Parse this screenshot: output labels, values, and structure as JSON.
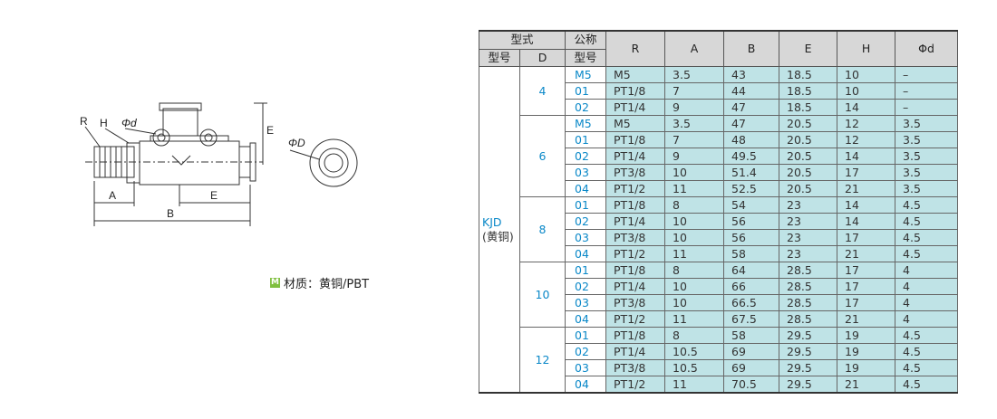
{
  "material": {
    "badge": "M",
    "text": "材质：黄铜/PBT"
  },
  "drawing": {
    "labels": {
      "R": "R",
      "H": "H",
      "phi_d": "Φd",
      "A": "A",
      "E_bottom": "E",
      "B": "B",
      "E_side": "E",
      "phi_D": "ΦD"
    }
  },
  "table": {
    "header": {
      "form": "型式",
      "model_no": "型号",
      "d": "D",
      "nominal_line1": "公称",
      "nominal_line2": "型号",
      "cols": [
        "R",
        "A",
        "B",
        "E",
        "H",
        "Φd"
      ]
    },
    "model": {
      "name": "KJD",
      "sub": "(黄铜)"
    },
    "groups": [
      {
        "d": "4",
        "rows": [
          {
            "code": "M5",
            "R": "M5",
            "A": "3.5",
            "B": "43",
            "E": "18.5",
            "H": "10",
            "phid": "–"
          },
          {
            "code": "01",
            "R": "PT1/8",
            "A": "7",
            "B": "44",
            "E": "18.5",
            "H": "10",
            "phid": "–"
          },
          {
            "code": "02",
            "R": "PT1/4",
            "A": "9",
            "B": "47",
            "E": "18.5",
            "H": "14",
            "phid": "–"
          }
        ]
      },
      {
        "d": "6",
        "rows": [
          {
            "code": "M5",
            "R": "M5",
            "A": "3.5",
            "B": "47",
            "E": "20.5",
            "H": "12",
            "phid": "3.5"
          },
          {
            "code": "01",
            "R": "PT1/8",
            "A": "7",
            "B": "48",
            "E": "20.5",
            "H": "12",
            "phid": "3.5"
          },
          {
            "code": "02",
            "R": "PT1/4",
            "A": "9",
            "B": "49.5",
            "E": "20.5",
            "H": "14",
            "phid": "3.5"
          },
          {
            "code": "03",
            "R": "PT3/8",
            "A": "10",
            "B": "51.4",
            "E": "20.5",
            "H": "17",
            "phid": "3.5"
          },
          {
            "code": "04",
            "R": "PT1/2",
            "A": "11",
            "B": "52.5",
            "E": "20.5",
            "H": "21",
            "phid": "3.5"
          }
        ]
      },
      {
        "d": "8",
        "rows": [
          {
            "code": "01",
            "R": "PT1/8",
            "A": "8",
            "B": "54",
            "E": "23",
            "H": "14",
            "phid": "4.5"
          },
          {
            "code": "02",
            "R": "PT1/4",
            "A": "10",
            "B": "56",
            "E": "23",
            "H": "14",
            "phid": "4.5"
          },
          {
            "code": "03",
            "R": "PT3/8",
            "A": "10",
            "B": "56",
            "E": "23",
            "H": "17",
            "phid": "4.5"
          },
          {
            "code": "04",
            "R": "PT1/2",
            "A": "11",
            "B": "58",
            "E": "23",
            "H": "21",
            "phid": "4.5"
          }
        ]
      },
      {
        "d": "10",
        "rows": [
          {
            "code": "01",
            "R": "PT1/8",
            "A": "8",
            "B": "64",
            "E": "28.5",
            "H": "17",
            "phid": "4"
          },
          {
            "code": "02",
            "R": "PT1/4",
            "A": "10",
            "B": "66",
            "E": "28.5",
            "H": "17",
            "phid": "4"
          },
          {
            "code": "03",
            "R": "PT3/8",
            "A": "10",
            "B": "66.5",
            "E": "28.5",
            "H": "17",
            "phid": "4"
          },
          {
            "code": "04",
            "R": "PT1/2",
            "A": "11",
            "B": "67.5",
            "E": "28.5",
            "H": "21",
            "phid": "4"
          }
        ]
      },
      {
        "d": "12",
        "rows": [
          {
            "code": "01",
            "R": "PT1/8",
            "A": "8",
            "B": "58",
            "E": "29.5",
            "H": "19",
            "phid": "4.5"
          },
          {
            "code": "02",
            "R": "PT1/4",
            "A": "10.5",
            "B": "69",
            "E": "29.5",
            "H": "19",
            "phid": "4.5"
          },
          {
            "code": "03",
            "R": "PT3/8",
            "A": "10.5",
            "B": "69",
            "E": "29.5",
            "H": "19",
            "phid": "4.5"
          },
          {
            "code": "04",
            "R": "PT1/2",
            "A": "11",
            "B": "70.5",
            "E": "29.5",
            "H": "21",
            "phid": "4.5"
          }
        ]
      }
    ]
  }
}
